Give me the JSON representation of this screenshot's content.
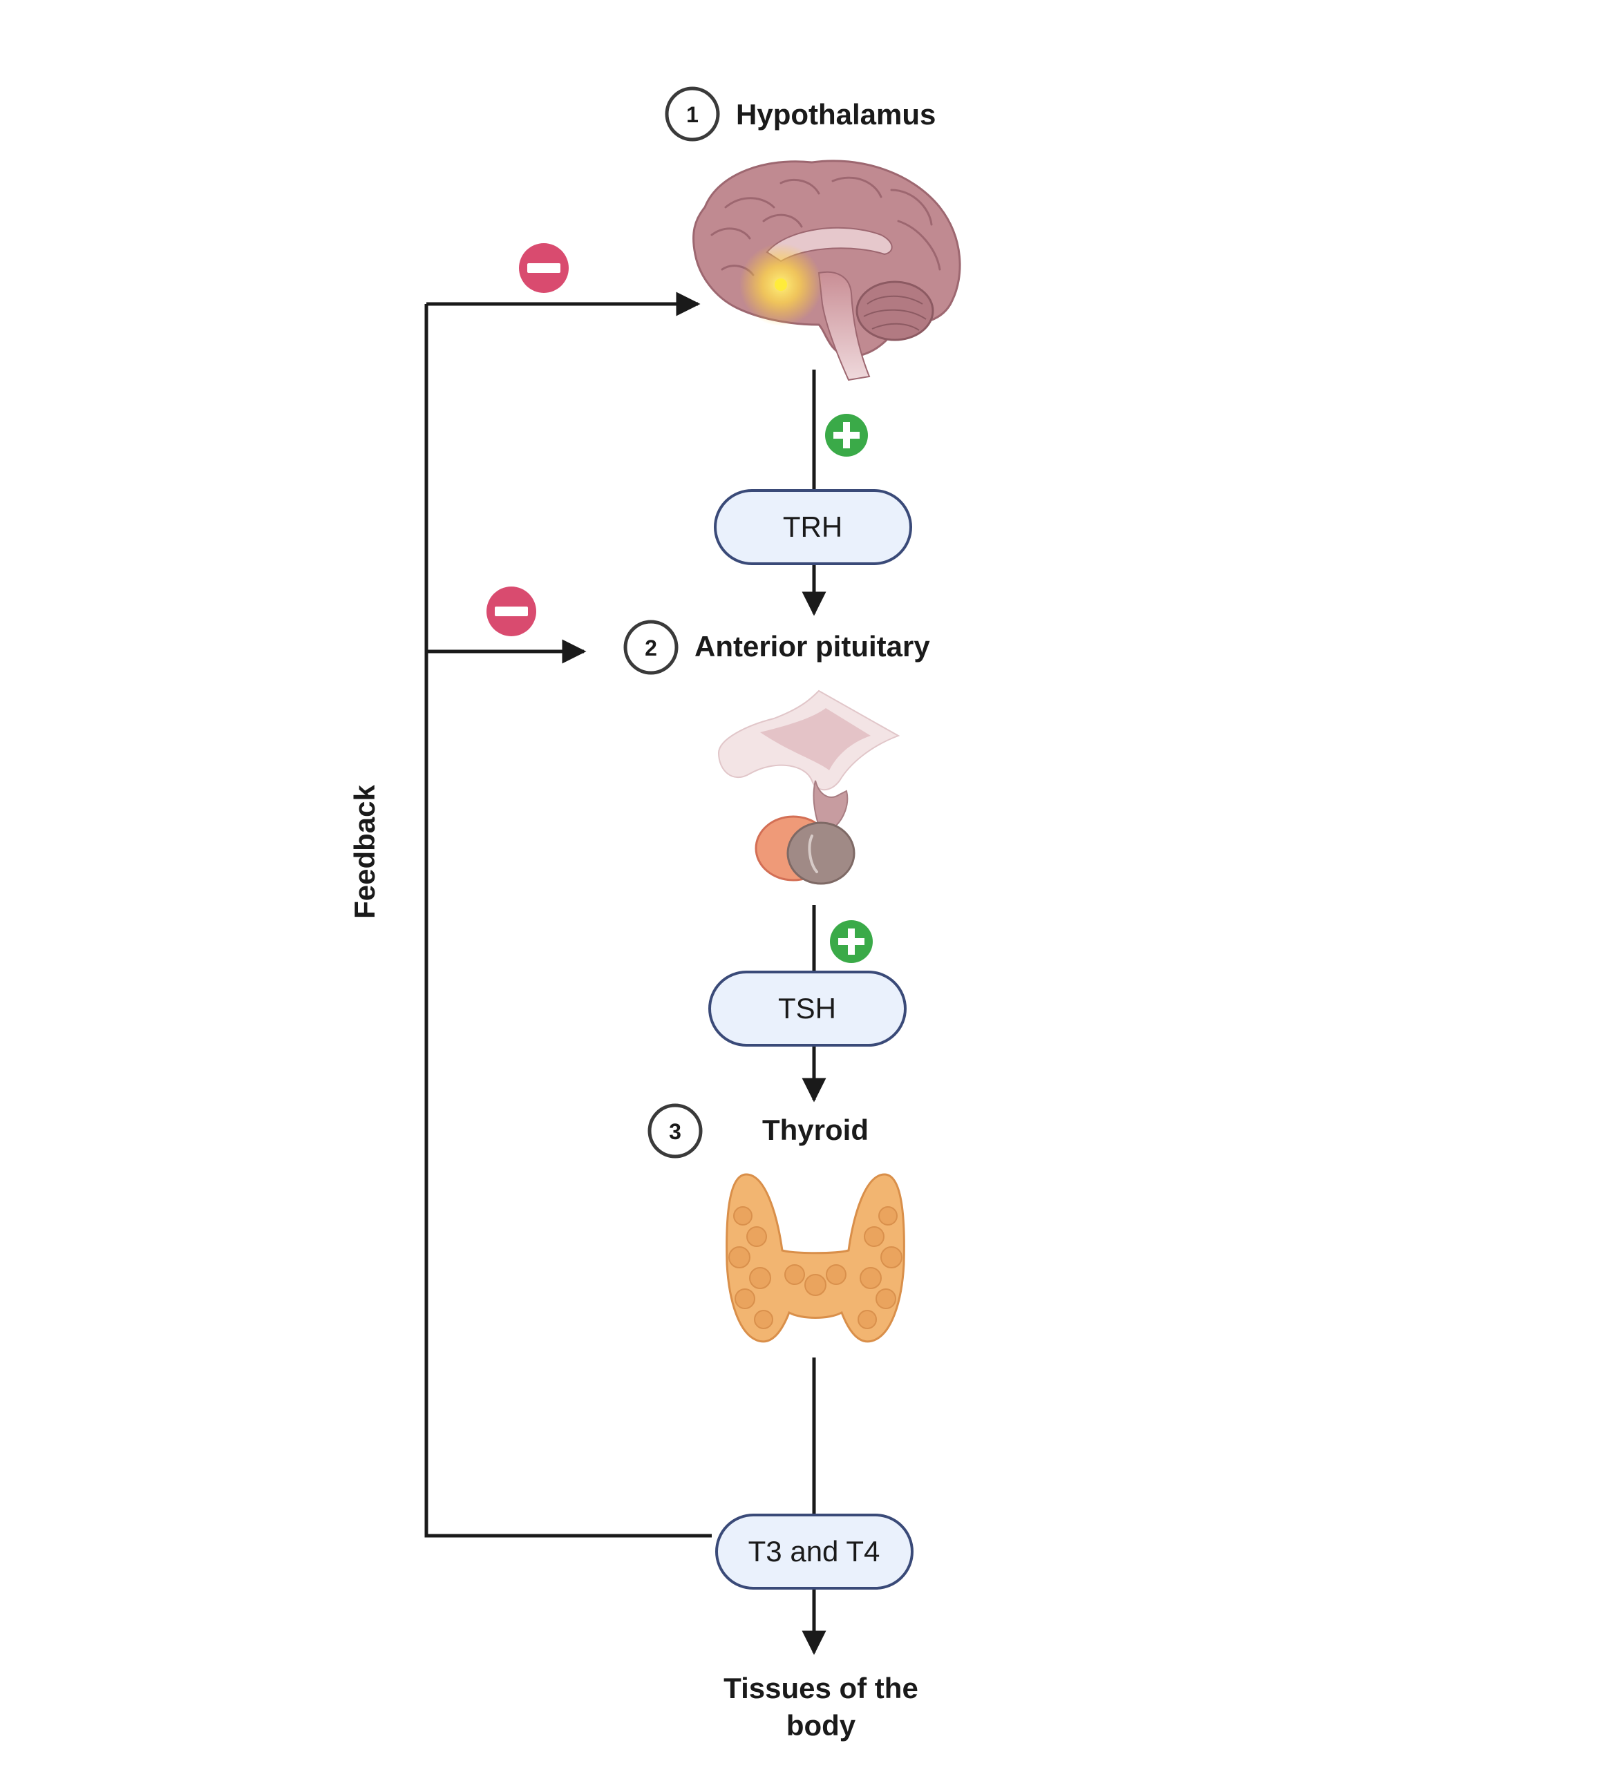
{
  "stages": [
    {
      "number": "1",
      "title": "Hypothalamus"
    },
    {
      "number": "2",
      "title": "Anterior pituitary"
    },
    {
      "number": "3",
      "title": "Thyroid"
    }
  ],
  "hormones": [
    "TRH",
    "TSH",
    "T3 and T4"
  ],
  "target": {
    "line1": "Tissues of the",
    "line2": "body"
  },
  "feedback_label": "Feedback",
  "signs": {
    "stimulate": "+",
    "inhibit": "−"
  },
  "colors": {
    "pill_fill": "#eaf1fc",
    "pill_stroke": "#3a4a78",
    "plus": "#3aaa48",
    "minus": "#d94b6f",
    "line": "#1a1a1a"
  }
}
